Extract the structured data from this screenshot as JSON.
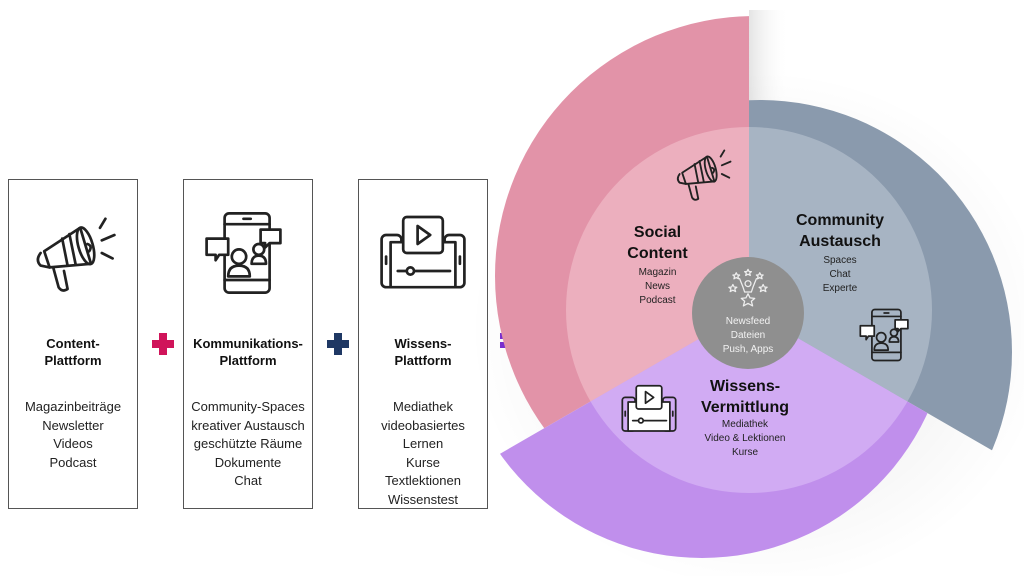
{
  "boxes": [
    {
      "title": "Content-\nPlattform",
      "title_line1": "Content-",
      "title_line2": "Plattform",
      "icon": "megaphone-icon",
      "items": [
        "Magazinbeiträge",
        "Newsletter",
        "Videos",
        "Podcast"
      ]
    },
    {
      "title_line1": "Kommunikations-",
      "title_line2": "Plattform",
      "icon": "phone-chat-users-icon",
      "items": [
        "Community-Spaces",
        "kreativer Austausch",
        "geschützte Räume",
        "Dokumente",
        "Chat"
      ]
    },
    {
      "title_line1": "Wissens-",
      "title_line2": "Plattform",
      "icon": "video-player-icon",
      "items": [
        "Mediathek",
        "videobasiertes",
        "Lernen",
        "Kurse",
        "Textlektionen",
        "Wissenstest"
      ]
    }
  ],
  "operators": {
    "plus1": "+",
    "plus2": "+",
    "equals": "="
  },
  "colors": {
    "plus1": "#d0145a",
    "plus2": "#1f3864",
    "equals": "#7b2fd0",
    "social_outer": "#e293a8",
    "social_inner": "#ecafbe",
    "community_outer": "#8a9aad",
    "community_inner": "#a7b4c3",
    "wissen_outer": "#c08fec",
    "wissen_inner": "#d1abf3",
    "center": "#8f8f8f"
  },
  "segments": {
    "social": {
      "title_line1": "Social",
      "title_line2": "Content",
      "items": [
        "Magazin",
        "News",
        "Podcast"
      ],
      "icon": "megaphone-icon"
    },
    "community": {
      "title_line1": "Community",
      "title_line2": "Austausch",
      "items": [
        "Spaces",
        "Chat",
        "Experte"
      ],
      "icon": "phone-chat-users-icon"
    },
    "wissen": {
      "title_line1": "Wissens-",
      "title_line2": "Vermittlung",
      "items": [
        "Mediathek",
        "Video & Lektionen",
        "Kurse"
      ],
      "icon": "video-player-icon"
    }
  },
  "center": {
    "icon": "celebrating-person-stars-icon",
    "items": [
      "Newsfeed",
      "Dateien",
      "Push, Apps"
    ]
  }
}
